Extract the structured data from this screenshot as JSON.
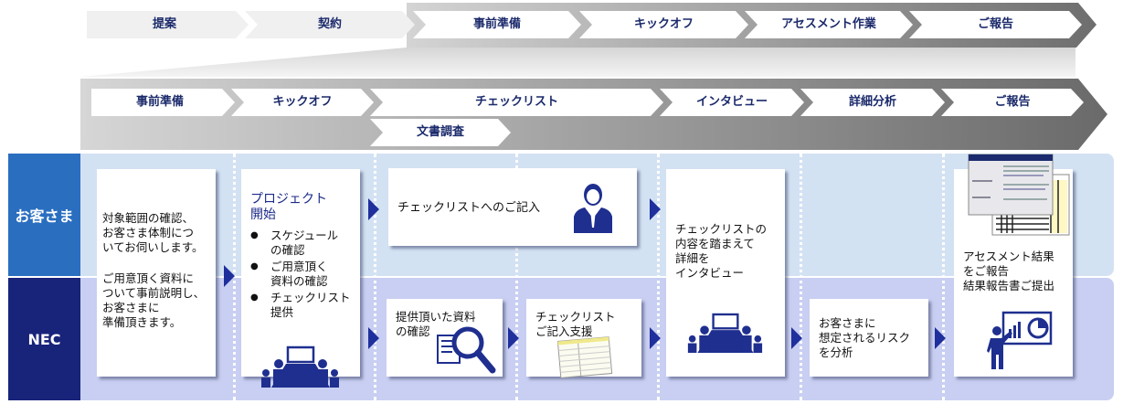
{
  "top_phases": [
    "提案",
    "契約",
    "事前準備",
    "キックオフ",
    "アセスメント作業",
    "ご報告"
  ],
  "detail_phases": [
    "事前準備",
    "キックオフ",
    "チェックリスト",
    "インタビュー",
    "詳細分析",
    "ご報告"
  ],
  "detail_subphase": "文書調査",
  "lanes": {
    "customer": "お客さま",
    "nec": "NEC"
  },
  "cards": {
    "prep": {
      "text1": "対象範囲の確認、\nお客さま体制につ\nいてお伺いします。",
      "text2": "ご用意頂く資料に\nついて事前説明し、\nお客さまに\n準備頂きます。"
    },
    "kickoff": {
      "title": "プロジェクト\n開始",
      "bullets": [
        "スケジュール\nの確認",
        "ご用意頂く\n資料の確認",
        "チェックリスト\n提供"
      ]
    },
    "checklist_fill": "チェックリストへのご記入",
    "doc_review": "提供頂いた資料\nの確認",
    "checklist_support": "チェックリスト\nご記入支援",
    "interview": "チェックリストの\n内容を踏まえて\n詳細を\nインタビュー",
    "analysis": "お客さまに\n想定されるリスク\nを分析",
    "report": "アセスメント結果\nをご報告\n結果報告書ご提出"
  },
  "colors": {
    "customer_lane_label": "#2a6ec0",
    "nec_lane_label": "#18237a",
    "customer_lane_bg": "#d3e2f3",
    "nec_lane_bg": "#c9cff2",
    "arrow": "#1f2f9c",
    "heading_text": "#1b2a6b"
  }
}
